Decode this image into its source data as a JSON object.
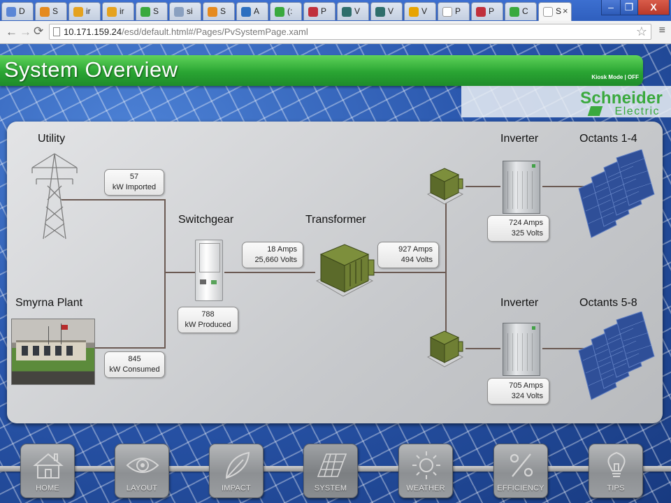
{
  "browser": {
    "tabs": [
      {
        "label": "D",
        "color": "#5a86d6"
      },
      {
        "label": "S",
        "color": "#e58a1e"
      },
      {
        "label": "ir",
        "color": "#e5a21e"
      },
      {
        "label": "ir",
        "color": "#e5a21e"
      },
      {
        "label": "S",
        "color": "#3aa93d"
      },
      {
        "label": "si",
        "color": "#8aa0c0"
      },
      {
        "label": "S",
        "color": "#e58a1e"
      },
      {
        "label": "A",
        "color": "#2c6fc0"
      },
      {
        "label": "(:",
        "color": "#3aa93d"
      },
      {
        "label": "P",
        "color": "#c0303c"
      },
      {
        "label": "V",
        "color": "#2e6e6c"
      },
      {
        "label": "V",
        "color": "#2e6e6c"
      },
      {
        "label": "V",
        "color": "#e8a400"
      },
      {
        "label": "P",
        "color": "#ffffff"
      },
      {
        "label": "P",
        "color": "#c0303c"
      },
      {
        "label": "C",
        "color": "#3aa93d"
      }
    ],
    "active_tab": {
      "label": "S",
      "close": "×"
    },
    "window_controls": {
      "minimize": "–",
      "restore": "❐",
      "close": "X"
    },
    "url": {
      "host": "10.171.159.24",
      "path": "/esd/default.html#/Pages/PvSystemPage.xaml"
    }
  },
  "header": {
    "title": "System Overview",
    "kiosk": "Kiosk Mode | OFF"
  },
  "brand": {
    "name": "Schneider",
    "sub": "Electric",
    "color": "#3aa93d"
  },
  "diagram": {
    "utility": {
      "label": "Utility"
    },
    "plant": {
      "label": "Smyrna Plant"
    },
    "switchgear": {
      "label": "Switchgear"
    },
    "transformer": {
      "label": "Transformer"
    },
    "inverter_top": {
      "label": "Inverter"
    },
    "inverter_bottom": {
      "label": "Inverter"
    },
    "octants_top": {
      "label": "Octants 1-4"
    },
    "octants_bottom": {
      "label": "Octants 5-8"
    },
    "imported": {
      "value": "57",
      "unit": "kW Imported"
    },
    "consumed": {
      "value": "845",
      "unit": "kW Consumed"
    },
    "produced": {
      "value": "788",
      "unit": "kW Produced"
    },
    "switchgear_out": {
      "amps": "18 Amps",
      "volts": "25,660 Volts"
    },
    "transformer_out": {
      "amps": "927 Amps",
      "volts": "494 Volts"
    },
    "inverter_top_out": {
      "amps": "724 Amps",
      "volts": "325 Volts"
    },
    "inverter_bottom_out": {
      "amps": "705 Amps",
      "volts": "324 Volts"
    }
  },
  "nav": [
    {
      "label": "HOME",
      "icon": "home-icon"
    },
    {
      "label": "LAYOUT",
      "icon": "eye-icon"
    },
    {
      "label": "IMPACT",
      "icon": "leaf-icon"
    },
    {
      "label": "SYSTEM",
      "icon": "solar-panel-icon",
      "active": true
    },
    {
      "label": "WEATHER",
      "icon": "sun-icon"
    },
    {
      "label": "EFFICIENCY",
      "icon": "percent-icon"
    },
    {
      "label": "TIPS",
      "icon": "lightbulb-icon"
    }
  ]
}
